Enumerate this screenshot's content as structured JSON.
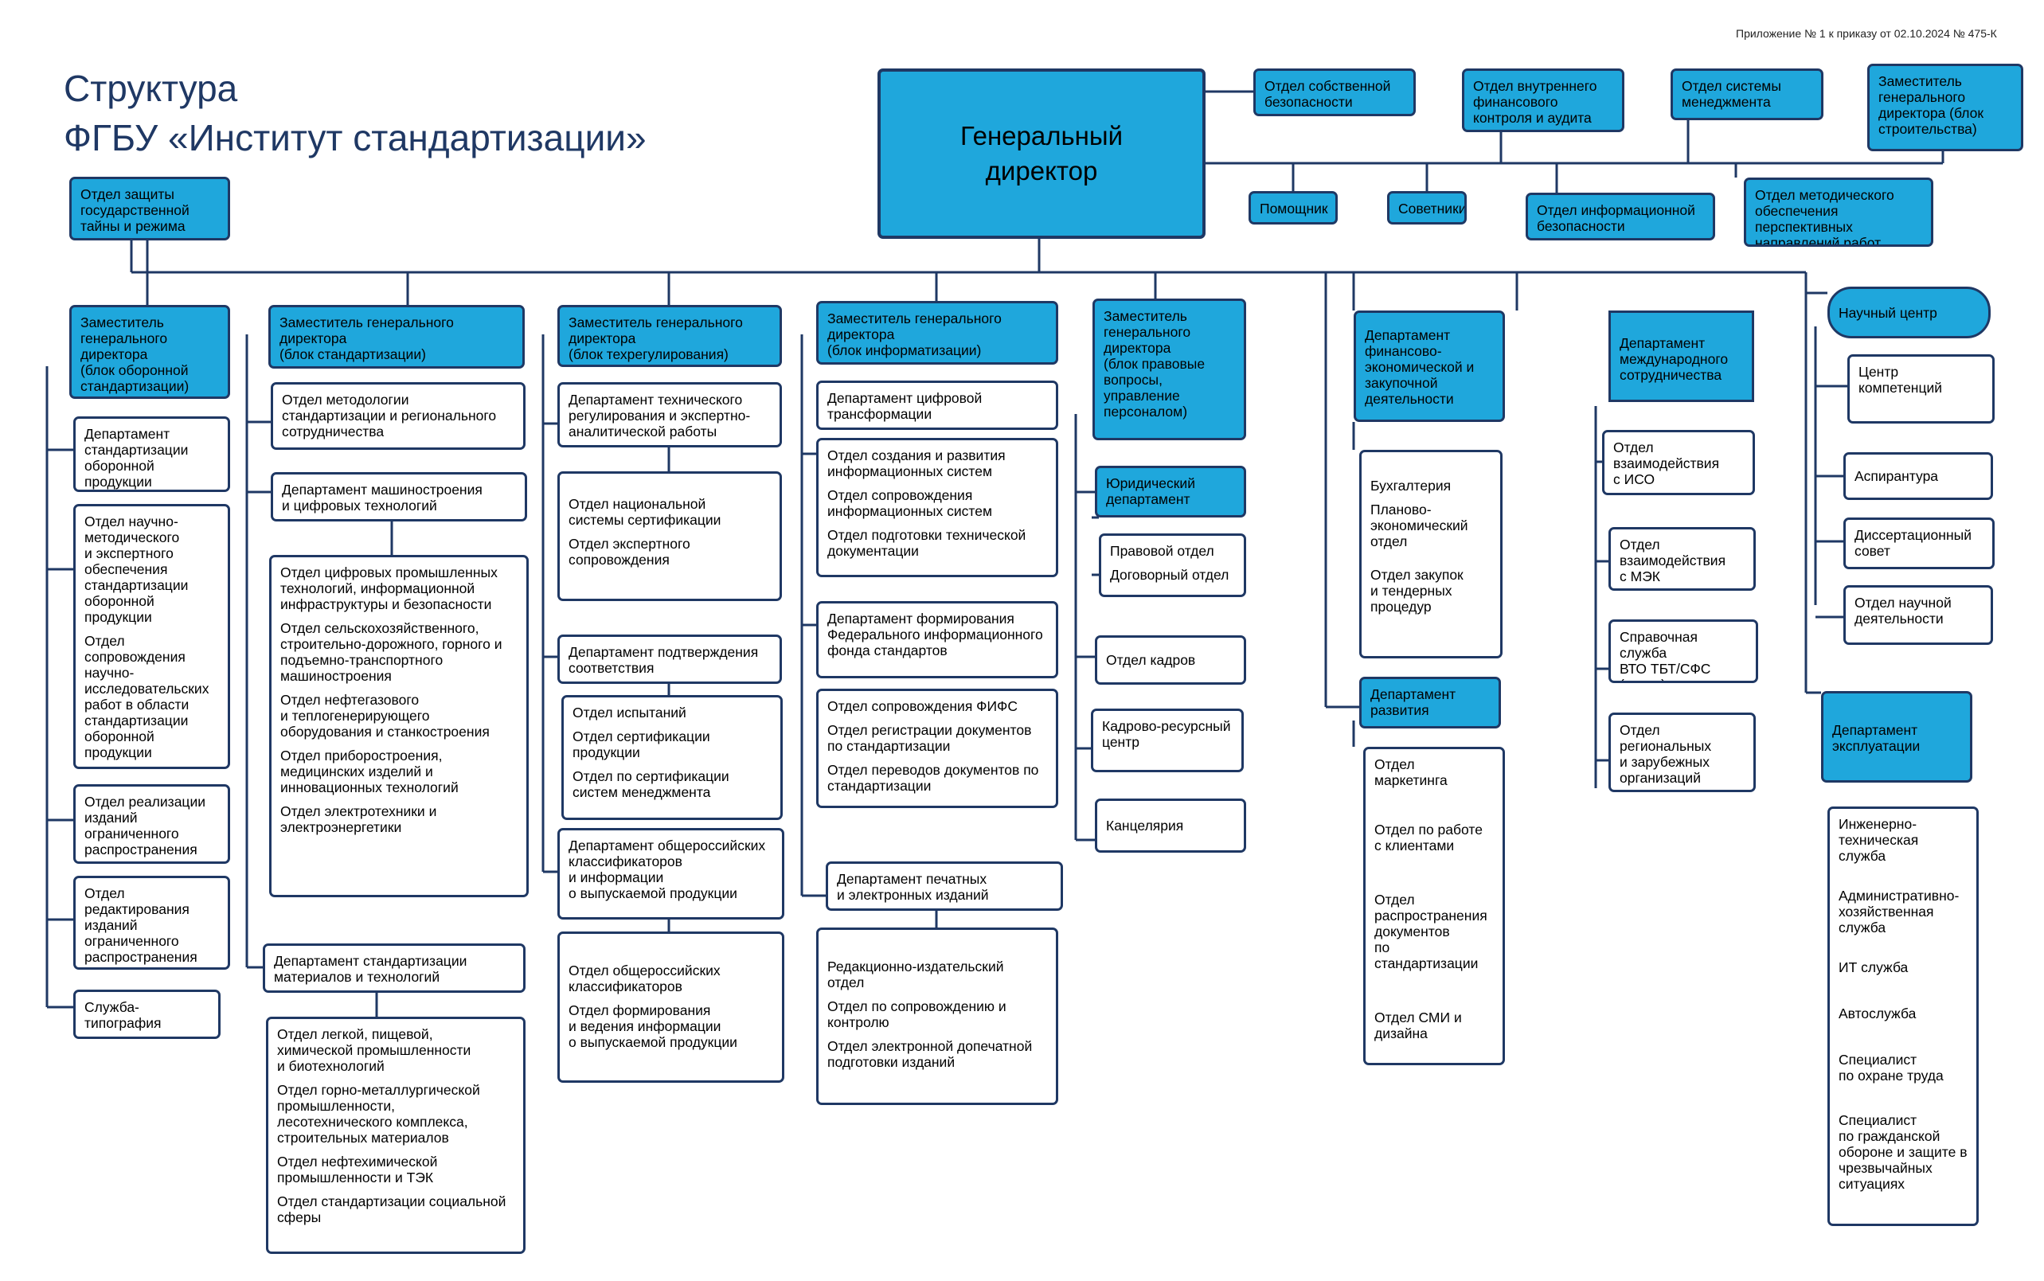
{
  "note": "Приложение № 1 к приказу от 02.10.2024 № 475-К",
  "title": "Структура\nФГБУ «Институт стандартизации»",
  "director": "Генеральный\nдиректор",
  "top": {
    "own_security": "Отдел собственной\nбезопасности",
    "audit": "Отдел внутреннего\nфинансового\nконтроля и аудита",
    "mgmt_system": "Отдел системы\nменеджмента",
    "deputy_construction": "Заместитель\nгенерального\nдиректора (блок\nстроительства)",
    "assistant": "Помощник",
    "advisers": "Советники",
    "info_security": "Отдел информационной\nбезопасности",
    "methodical": "Отдел методического\nобеспечения\nперспективных\nнаправлений работ"
  },
  "state_secret": "Отдел защиты\nгосударственной\nтайны и режима",
  "col1": {
    "head": "Заместитель\nгенерального\nдиректора\n(блок оборонной\nстандартизации)",
    "dept": "Департамент\nстандартизации\nоборонной\nпродукции",
    "nm1": "Отдел научно-\nметодического\nи экспертного\nобеспечения\nстандартизации\nоборонной\nпродукции",
    "nm2": "Отдел\nсопровождения\nнаучно-\nисследовательских\nработ в области\nстандартизации\nоборонной\nпродукции",
    "limited": "Отдел реализации\nизданий\nограниченного\nраспространения",
    "editing": "Отдел\nредактирования\nизданий\nограниченного\nраспространения",
    "printing": "Служба-\nтипография"
  },
  "col2": {
    "head": "Заместитель генерального\nдиректора\n(блок стандартизации)",
    "methodology": "Отдел методологии\nстандартизации и регионального\nсотрудничества",
    "machine": "Департамент машиностроения\nи цифровых технологий",
    "m1": "Отдел цифровых промышленных\nтехнологий, информационной\nинфраструктуры и безопасности",
    "m2": " Отдел сельскохозяйственного,\nстроительно-дорожного, горного и\nподъемно-транспортного\nмашиностроения",
    "m3": "Отдел нефтегазового\nи теплогенерирующего\nоборудования и станкостроения",
    "m4": " Отдел приборостроения,\nмедицинских изделий и\nинновационных технологий",
    "m5": "Отдел электротехники и\nэлектроэнергетики",
    "materials": "Департамент стандартизации\nматериалов и технологий",
    "t1": "Отдел легкой, пищевой,\nхимической промышленности\nи биотехнологий",
    "t2": "Отдел горно-металлургической\nпромышленности,\nлесотехнического комплекса,\nстроительных материалов",
    "t3": "Отдел нефтехимической\nпромышленности и ТЭК",
    "t4": "Отдел стандартизации социальной\nсферы"
  },
  "col3": {
    "head": "Заместитель генерального\nдиректора\n(блок техрегулирования)",
    "tech": "Департамент технического\nрегулирования и экспертно-\nаналитической работы",
    "n1": "Отдел национальной\nсистемы сертификации",
    "n2": "Отдел экспертного\nсопровождения",
    "conform": "Департамент подтверждения\nсоответствия",
    "c1": "Отдел испытаний",
    "c2": "Отдел сертификации\nпродукции",
    "c3": "Отдел по сертификации\nсистем менеджмента",
    "classif": "Департамент общероссийских\nклассификаторов\nи информации\nо выпускаемой продукции",
    "k1": "Отдел общероссийских\nклассификаторов",
    "k2": "Отдел формирования\nи ведения информации\nо выпускаемой продукции"
  },
  "col4": {
    "head": "Заместитель генерального\nдиректора\n(блок информатизации)",
    "digital": "Департамент цифровой\nтрансформации",
    "d1": "Отдел создания и развития\nинформационных систем",
    "d2": "Отдел сопровождения\nинформационных систем",
    "d3": "Отдел подготовки технической\nдокументации",
    "fund": "Департамент формирования\nФедерального информационного\nфонда стандартов",
    "f1": "Отдел сопровождения ФИФС",
    "f2": "Отдел регистрации документов\nпо стандартизации",
    "f3": "Отдел переводов документов по\nстандартизации",
    "print": "Департамент печатных\nи электронных изданий",
    "p1": "Редакционно-издательский\nотдел",
    "p2": "Отдел по сопровождению и\nконтролю",
    "p3": "Отдел электронной допечатной\nподготовки изданий"
  },
  "col5": {
    "head": "Заместитель\nгенерального\nдиректора\n(блок правовые\nвопросы,\nуправление\nперсоналом)",
    "legal": "Юридический\nдепартамент",
    "l1": "Правовой отдел",
    "l2": "Договорный отдел",
    "hr": "Отдел кадров",
    "resource": "Кадрово-ресурсный\nцентр",
    "office": "Канцелярия"
  },
  "col6": {
    "finance": "Департамент\nфинансово-\nэкономической и\nзакупочной\nдеятельности",
    "b1": "Бухгалтерия",
    "b2": "Планово-\nэкономический\nотдел",
    "b3": "Отдел закупок\nи тендерных\nпроцедур",
    "dev": "Департамент\nразвития",
    "v1": "Отдел\nмаркетинга",
    "v2": "Отдел по работе\nс клиентами",
    "v3": "Отдел\nраспространения\nдокументов\nпо\nстандартизации",
    "v4": "Отдел СМИ и\nдизайна"
  },
  "col7": {
    "intl": "Департамент\nмеждународного\nсотрудничества",
    "i1": "Отдел\nвзаимодействия\nс ИСО",
    "i2": "Отдел\nвзаимодействия\nс МЭК",
    "i3": "Справочная служба\nВТО ТБТ/СФС\n(отдел)",
    "i4": "Отдел\nрегиональных\nи зарубежных\nорганизаций"
  },
  "col8": {
    "science": "Научный центр",
    "s1": "Центр\nкомпетенций",
    "s2": "Аспирантура",
    "s3": "Диссертационный\nсовет",
    "s4": "Отдел научной\nдеятельности",
    "ops": "Департамент\nэксплуатации",
    "o1": "Инженерно-\nтехническая\nслужба",
    "o2": "Административно-\nхозяйственная\nслужба",
    "o3": "ИТ служба",
    "o4": "Автослужба",
    "o5": "Специалист\nпо охране труда",
    "o6": "Специалист\nпо гражданской\nобороне и защите в\nчрезвычайных\nситуациях"
  }
}
